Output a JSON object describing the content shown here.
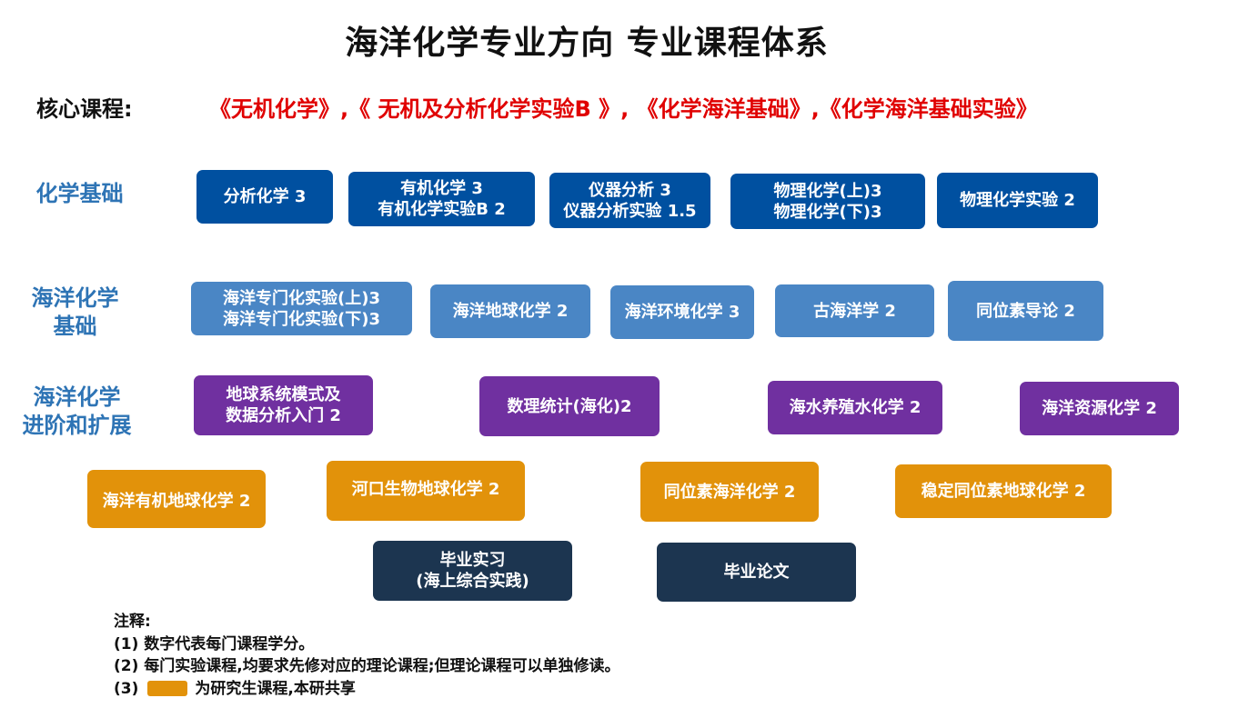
{
  "title": "海洋化学专业方向 专业课程体系",
  "core": {
    "label": "核心课程:",
    "courses": "《无机化学》,《 无机及分析化学实验B 》, 《化学海洋基础》,《化学海洋基础实验》"
  },
  "colors": {
    "core_text": "#e00000",
    "row_label": "#2e74b5",
    "chem_basic": "#0050a0",
    "ocean_basic": "#4a86c5",
    "advanced": "#7030a0",
    "graduate": "#e2920a",
    "graduation": "#1c3550"
  },
  "rows": [
    {
      "label_lines": [
        "化学基础"
      ],
      "courses": [
        {
          "lines": [
            "分析化学 3"
          ]
        },
        {
          "lines": [
            "有机化学 3",
            "有机化学实验B 2"
          ]
        },
        {
          "lines": [
            "仪器分析 3",
            "仪器分析实验 1.5"
          ]
        },
        {
          "lines": [
            "物理化学(上)3",
            "物理化学(下)3"
          ]
        },
        {
          "lines": [
            "物理化学实验 2"
          ]
        }
      ]
    },
    {
      "label_lines": [
        "海洋化学",
        "基础"
      ],
      "courses": [
        {
          "lines": [
            "海洋专门化实验(上)3",
            "海洋专门化实验(下)3"
          ]
        },
        {
          "lines": [
            "海洋地球化学 2"
          ]
        },
        {
          "lines": [
            "海洋环境化学 3"
          ]
        },
        {
          "lines": [
            "古海洋学 2"
          ]
        },
        {
          "lines": [
            "同位素导论 2"
          ]
        }
      ]
    },
    {
      "label_lines": [
        "海洋化学",
        "进阶和扩展"
      ],
      "courses": [
        {
          "lines": [
            "地球系统模式及",
            "数据分析入门 2"
          ]
        },
        {
          "lines": [
            "数理统计(海化)2"
          ]
        },
        {
          "lines": [
            "海水养殖水化学 2"
          ]
        },
        {
          "lines": [
            "海洋资源化学 2"
          ]
        }
      ]
    }
  ],
  "graduate_courses": [
    {
      "lines": [
        "海洋有机地球化学 2"
      ]
    },
    {
      "lines": [
        "河口生物地球化学 2"
      ]
    },
    {
      "lines": [
        "同位素海洋化学 2"
      ]
    },
    {
      "lines": [
        "稳定同位素地球化学 2"
      ]
    }
  ],
  "graduation": [
    {
      "lines": [
        "毕业实习",
        "(海上综合实践)"
      ]
    },
    {
      "lines": [
        "毕业论文"
      ]
    }
  ],
  "notes": {
    "heading": "注释:",
    "items": [
      "(1) 数字代表每门课程学分。",
      "(2) 每门实验课程,均要求先修对应的理论课程;但理论课程可以单独修读。"
    ],
    "item3_prefix": "(3)",
    "item3_text": "为研究生课程,本研共享"
  }
}
